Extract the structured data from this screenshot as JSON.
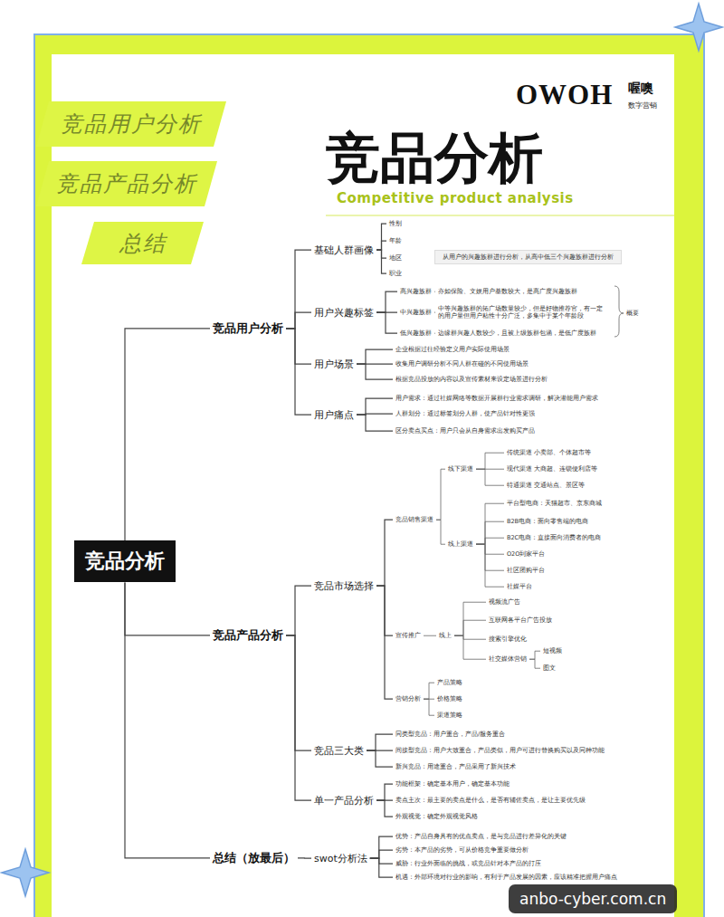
{
  "diagram": {
    "title": "竞品分析",
    "nodes": [
      {
        "text": [
          "竞品用户分析"
        ]
      },
      {
        "text": [
          "竞品产品分析"
        ]
      },
      {
        "text": [
          "总结"
        ]
      },
      {
        "text": [
          "竞品分析"
        ]
      },
      {
        "text": [
          "竞品用户分析"
        ]
      },
      {
        "text": [
          "基础人群画像"
        ]
      },
      {
        "text": [
          "性别"
        ]
      },
      {
        "text": [
          "年龄"
        ]
      },
      {
        "text": [
          "地区"
        ]
      },
      {
        "text": [
          "职业"
        ]
      },
      {
        "text": [
          "从用户的兴趣族群进行分析，从高中低三个兴趣族群进行分析"
        ]
      },
      {
        "text": [
          "用户兴趣标签"
        ]
      },
      {
        "text": [
          "高兴趣族群"
        ]
      },
      {
        "text": [
          "亦如保险、文娱用户基数较大，是高广度兴趣族群"
        ]
      },
      {
        "text": [
          "中兴趣族群"
        ]
      },
      {
        "text": [
          "中等兴趣族群的拓广场数量较少，但是好物推荐官，有一定的用户量但用户粘性十分广泛，多集中于某个年龄段"
        ]
      },
      {
        "text": [
          "低兴趣族群"
        ]
      },
      {
        "text": [
          "边缘群兴趣人数较少，且被上级族群包涵，是低广度族群"
        ]
      },
      {
        "text": [
          "概要"
        ]
      },
      {
        "text": [
          "用户场景"
        ]
      },
      {
        "text": [
          "企业根据过往经验定义用户实际使用场景"
        ]
      },
      {
        "text": [
          "收集用户调研分析不同人群在碰的不同使用场景"
        ]
      },
      {
        "text": [
          "根据竞品投放的内容以及宣传素材来设定场景进行分析"
        ]
      },
      {
        "text": [
          "用户痛点"
        ]
      },
      {
        "text": [
          "用户需求：通过社媒网络等数据开展群行业需求调研，解决潜能用户需求"
        ]
      },
      {
        "text": [
          "人群划分：通过标签划分人群，使产品针对性更强"
        ]
      },
      {
        "text": [
          "区分卖点买点：用户只会从自身需求出发购买产品"
        ]
      },
      {
        "text": [
          "竞品产品分析"
        ]
      },
      {
        "text": [
          "竞品市场选择"
        ]
      },
      {
        "text": [
          "竞品销售渠道"
        ]
      },
      {
        "text": [
          "线下渠道"
        ]
      },
      {
        "text": [
          "传统渠道 小卖部、个体超市等"
        ]
      },
      {
        "text": [
          "现代渠道 大商超、连锁便利店等"
        ]
      },
      {
        "text": [
          "特通渠道 交通站点、景区等"
        ]
      },
      {
        "text": [
          "线上渠道"
        ]
      },
      {
        "text": [
          "平台型电商：天猫超市、京东商城"
        ]
      },
      {
        "text": [
          "B2B电商：面向零售端的电商"
        ]
      },
      {
        "text": [
          "B2C电商：直接面向消费者的电商"
        ]
      },
      {
        "text": [
          "O2O到家平台"
        ]
      },
      {
        "text": [
          "社区团购平台"
        ]
      },
      {
        "text": [
          "社媒平台"
        ]
      },
      {
        "text": [
          "宣传推广"
        ]
      },
      {
        "text": [
          "线上"
        ]
      },
      {
        "text": [
          "视频流广告"
        ]
      },
      {
        "text": [
          "互联网各平台广告投放"
        ]
      },
      {
        "text": [
          "搜索引擎优化"
        ]
      },
      {
        "text": [
          "社交媒体营销"
        ]
      },
      {
        "text": [
          "短视频"
        ]
      },
      {
        "text": [
          "图文"
        ]
      },
      {
        "text": [
          "营销分析"
        ]
      },
      {
        "text": [
          "产品策略"
        ]
      },
      {
        "text": [
          "价格策略"
        ]
      },
      {
        "text": [
          "渠道策略"
        ]
      },
      {
        "text": [
          "竞品三大类"
        ]
      },
      {
        "text": [
          "同类型竞品：用户重合，产品/服务重合"
        ]
      },
      {
        "text": [
          "间接型竞品：用户大致重合，产品类似，用户可进行替换购买以及同种功能"
        ]
      },
      {
        "text": [
          "新兴竞品：用途重合，产品采用了新兴技术"
        ]
      },
      {
        "text": [
          "单一产品分析"
        ]
      },
      {
        "text": [
          "功能框架：确定基本用户，确定基本功能"
        ]
      },
      {
        "text": [
          "卖点主次：最主要的卖点是什么，是否有辅佐卖点，是让主要优先级"
        ]
      },
      {
        "text": [
          "外观视觉：确定外观视觉风格"
        ]
      },
      {
        "text": [
          "总结（放最后）"
        ]
      },
      {
        "text": [
          "swot分析法"
        ]
      },
      {
        "text": [
          "优势：产品自身具有的优点卖点，是与竞品进行差异化的关键"
        ]
      },
      {
        "text": [
          "劣势：本产品的劣势，可从价格竞争重要做分析"
        ]
      },
      {
        "text": [
          "威胁：行业外面临的挑战，或竞品针对本产品的打压"
        ]
      },
      {
        "text": [
          "机遇：外部环境对行业的影响，有利于产品发展的因素，应该精准把握用户痛点"
        ]
      }
    ],
    "edges": [
      {
        "from": 3,
        "to": 4,
        "arrow": "none"
      },
      {
        "from": 3,
        "to": 27,
        "arrow": "none"
      },
      {
        "from": 3,
        "to": 61,
        "arrow": "none"
      },
      {
        "from": 4,
        "to": 5,
        "arrow": "none"
      },
      {
        "from": 4,
        "to": 11,
        "arrow": "none"
      },
      {
        "from": 4,
        "to": 19,
        "arrow": "none"
      },
      {
        "from": 4,
        "to": 23,
        "arrow": "none"
      },
      {
        "from": 5,
        "to": 6,
        "arrow": "none"
      },
      {
        "from": 5,
        "to": 7,
        "arrow": "none"
      },
      {
        "from": 5,
        "to": 8,
        "arrow": "none"
      },
      {
        "from": 5,
        "to": 9,
        "arrow": "none"
      },
      {
        "from": 11,
        "to": 12,
        "arrow": "none"
      },
      {
        "from": 11,
        "to": 14,
        "arrow": "none"
      },
      {
        "from": 11,
        "to": 16,
        "arrow": "none"
      },
      {
        "from": 12,
        "to": 13,
        "arrow": "none"
      },
      {
        "from": 14,
        "to": 15,
        "arrow": "none"
      },
      {
        "from": 16,
        "to": 17,
        "arrow": "none"
      },
      {
        "from": 19,
        "to": 20,
        "arrow": "none"
      },
      {
        "from": 19,
        "to": 21,
        "arrow": "none"
      },
      {
        "from": 19,
        "to": 22,
        "arrow": "none"
      },
      {
        "from": 23,
        "to": 24,
        "arrow": "none"
      },
      {
        "from": 23,
        "to": 25,
        "arrow": "none"
      },
      {
        "from": 23,
        "to": 26,
        "arrow": "none"
      },
      {
        "from": 27,
        "to": 28,
        "arrow": "none"
      },
      {
        "from": 27,
        "to": 53,
        "arrow": "none"
      },
      {
        "from": 27,
        "to": 57,
        "arrow": "none"
      },
      {
        "from": 28,
        "to": 29,
        "arrow": "none"
      },
      {
        "from": 28,
        "to": 41,
        "arrow": "none"
      },
      {
        "from": 28,
        "to": 49,
        "arrow": "none"
      },
      {
        "from": 29,
        "to": 30,
        "arrow": "none"
      },
      {
        "from": 29,
        "to": 34,
        "arrow": "none"
      },
      {
        "from": 30,
        "to": 31,
        "arrow": "none"
      },
      {
        "from": 30,
        "to": 32,
        "arrow": "none"
      },
      {
        "from": 30,
        "to": 33,
        "arrow": "none"
      },
      {
        "from": 34,
        "to": 35,
        "arrow": "none"
      },
      {
        "from": 34,
        "to": 36,
        "arrow": "none"
      },
      {
        "from": 34,
        "to": 37,
        "arrow": "none"
      },
      {
        "from": 34,
        "to": 38,
        "arrow": "none"
      },
      {
        "from": 34,
        "to": 39,
        "arrow": "none"
      },
      {
        "from": 34,
        "to": 40,
        "arrow": "none"
      },
      {
        "from": 41,
        "to": 42,
        "arrow": "none"
      },
      {
        "from": 42,
        "to": 43,
        "arrow": "none"
      },
      {
        "from": 42,
        "to": 44,
        "arrow": "none"
      },
      {
        "from": 42,
        "to": 45,
        "arrow": "none"
      },
      {
        "from": 42,
        "to": 46,
        "arrow": "none"
      },
      {
        "from": 46,
        "to": 47,
        "arrow": "none"
      },
      {
        "from": 46,
        "to": 48,
        "arrow": "none"
      },
      {
        "from": 49,
        "to": 50,
        "arrow": "none"
      },
      {
        "from": 49,
        "to": 51,
        "arrow": "none"
      },
      {
        "from": 49,
        "to": 52,
        "arrow": "none"
      },
      {
        "from": 53,
        "to": 54,
        "arrow": "none"
      },
      {
        "from": 53,
        "to": 55,
        "arrow": "none"
      },
      {
        "from": 53,
        "to": 56,
        "arrow": "none"
      },
      {
        "from": 57,
        "to": 58,
        "arrow": "none"
      },
      {
        "from": 57,
        "to": 59,
        "arrow": "none"
      },
      {
        "from": 57,
        "to": 60,
        "arrow": "none"
      },
      {
        "from": 61,
        "to": 62,
        "arrow": "none"
      },
      {
        "from": 62,
        "to": 63,
        "arrow": "none"
      },
      {
        "from": 62,
        "to": 64,
        "arrow": "none"
      },
      {
        "from": 62,
        "to": 65,
        "arrow": "none"
      },
      {
        "from": 62,
        "to": 66,
        "arrow": "none"
      }
    ],
    "labels": [
      "OWOH",
      "喔噢",
      "数字营销",
      "Competitive product analysis",
      "anbo-cyber.com.cn"
    ]
  }
}
